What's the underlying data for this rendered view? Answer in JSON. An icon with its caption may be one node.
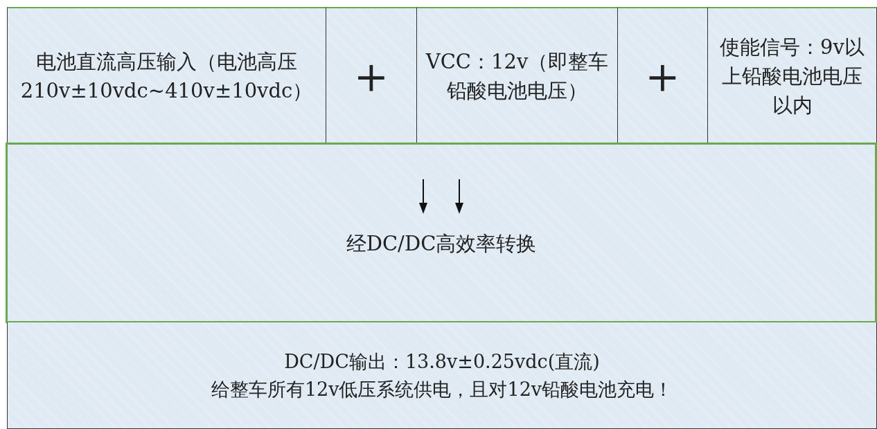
{
  "diagram": {
    "nodes": [
      {
        "text": [
          "电池直流高压输入（电池高压210v±10vdc~410v±10vdc）"
        ]
      },
      {
        "text": [
          "+"
        ]
      },
      {
        "text": [
          "VCC：12v（即整车铅酸电池电压）"
        ]
      },
      {
        "text": [
          "+"
        ]
      },
      {
        "text": [
          "使能信号：9v以上铅酸电池电压以内"
        ]
      },
      {
        "text": [
          "经DC/DC高效率转换"
        ]
      },
      {
        "text": [
          "DC/DC输出：13.8v±0.25vdc(直流)",
          "给整车所有12v低压系统供电，且对12v铅酸电池充电！"
        ]
      }
    ]
  }
}
